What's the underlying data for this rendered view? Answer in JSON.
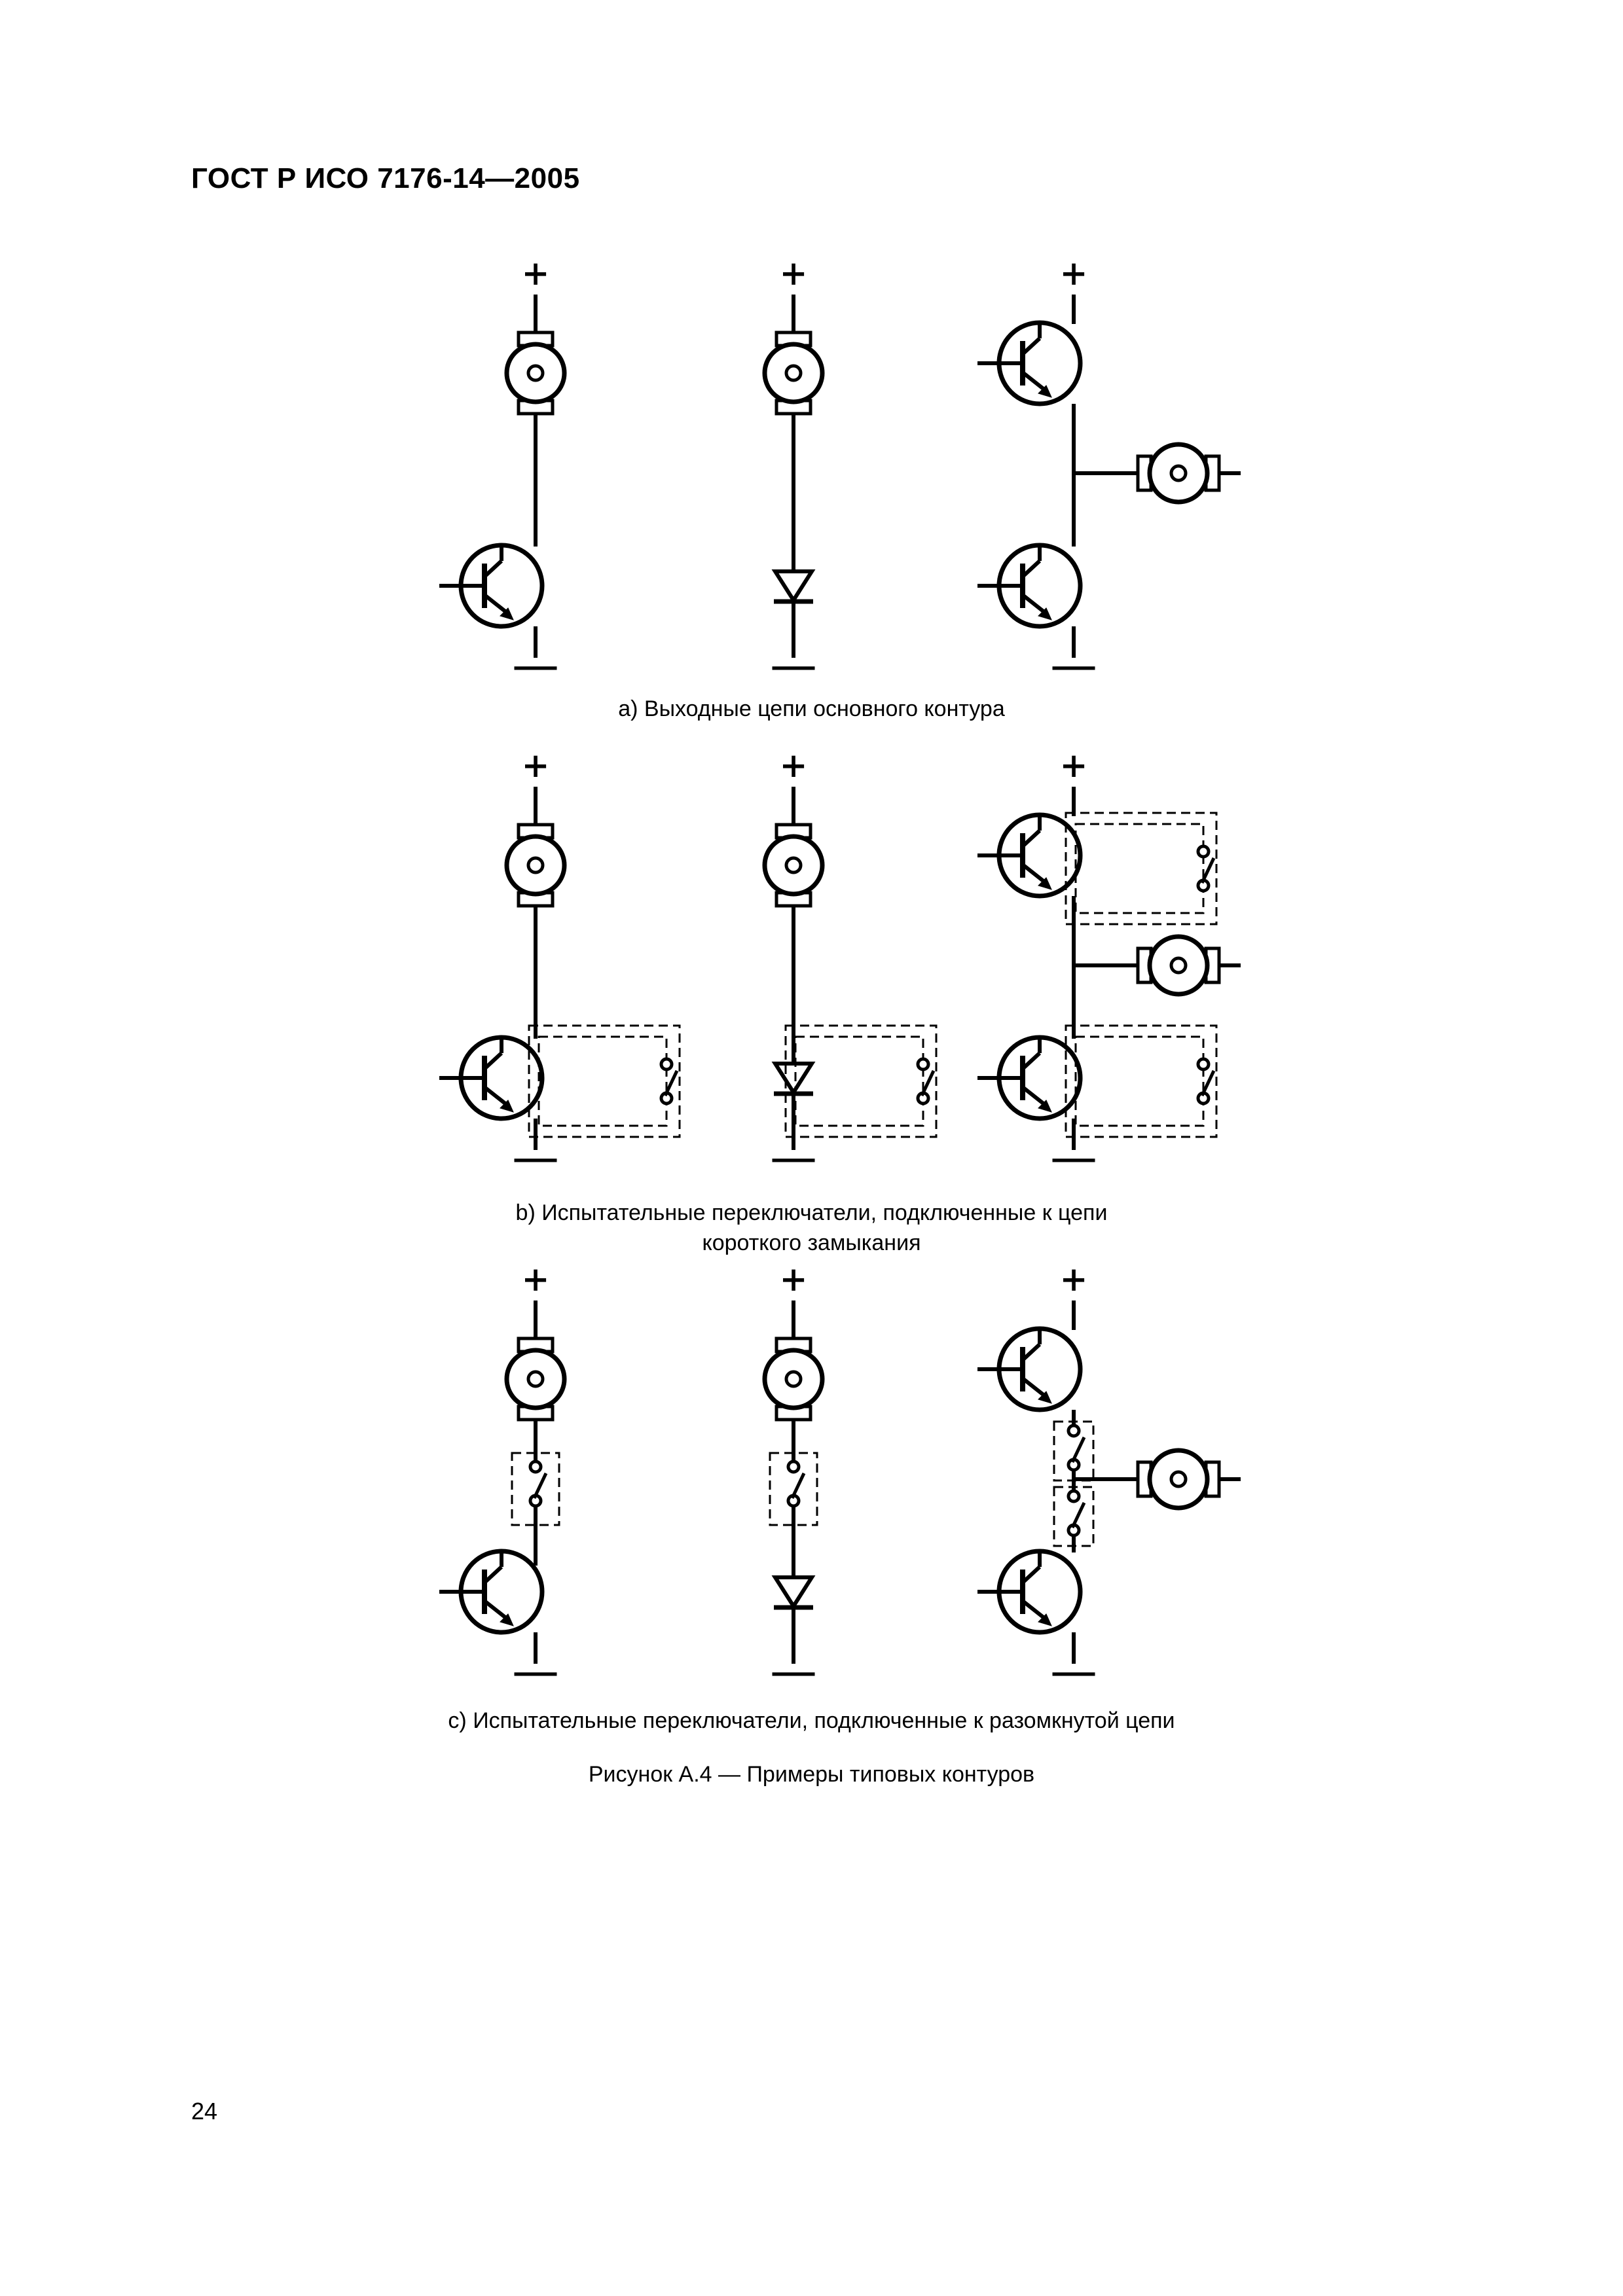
{
  "header": {
    "title": "ГОСТ Р ИСО 7176-14—2005"
  },
  "diagram": {
    "symbols": {
      "positive": "+",
      "negative": "—"
    },
    "rows": [
      {
        "id": "a",
        "caption_lines": [
          "a) Выходные цепи основного контура"
        ]
      },
      {
        "id": "b",
        "caption_lines": [
          "b) Испытательные переключатели, подключенные к цепи",
          "короткого замыкания"
        ]
      },
      {
        "id": "c",
        "caption_lines": [
          "c) Испытательные переключатели, подключенные к разомкнутой цепи"
        ]
      }
    ]
  },
  "figure": {
    "caption": "Рисунок А.4 — Примеры типовых контуров"
  },
  "page": {
    "number": "24"
  }
}
